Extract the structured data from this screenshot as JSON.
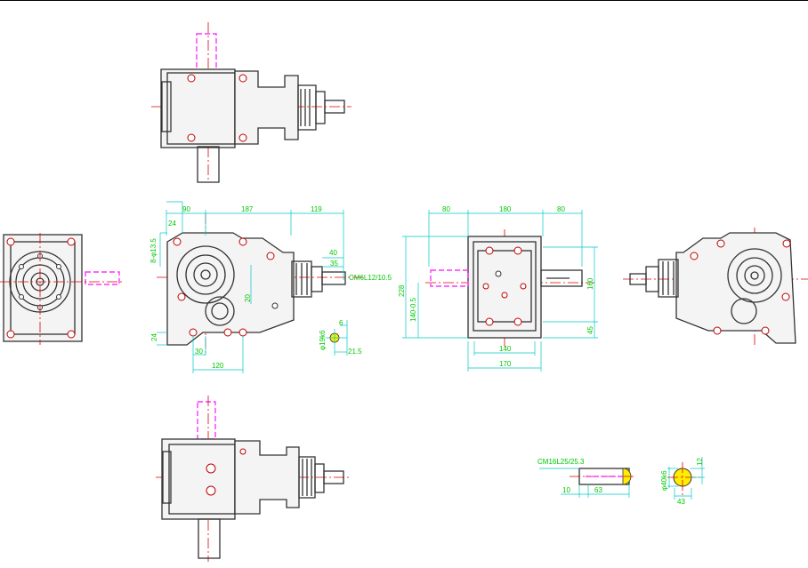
{
  "views": {
    "front": {
      "dims_top": [
        "90",
        "187",
        "119"
      ],
      "d24": "24",
      "bolt_note": "8-φ13.5",
      "d40": "40",
      "d35": "35",
      "d20": "20",
      "thread": "CM6L12/10.5",
      "d24b": "24",
      "d30": "30",
      "d120": "120",
      "d6": "6",
      "dia19": "φ19k6",
      "d21_5": "21.5"
    },
    "side": {
      "dims_top": [
        "80",
        "180",
        "80"
      ],
      "d228": "228",
      "d140tol": "140-0.5",
      "d160": "160",
      "d45": "45",
      "d140": "140",
      "d170": "170"
    },
    "shaft_detail": {
      "thread": "CM16L25/25.3",
      "d10": "10",
      "d63": "63",
      "dia40": "φ40k6",
      "d12": "12",
      "d43": "43"
    }
  },
  "colors": {
    "dimension": "#00c800",
    "centerline": "#e00000",
    "hidden": "#ff33ff",
    "guide": "#00c8c8",
    "outline": "#333333",
    "highlight": "#ffee00"
  }
}
